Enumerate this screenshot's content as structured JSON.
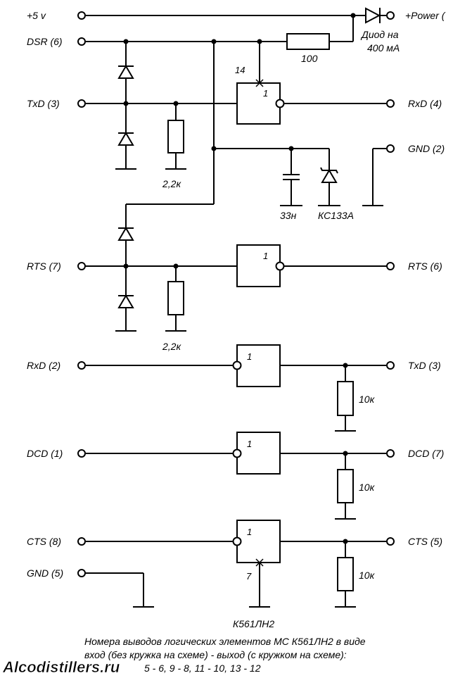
{
  "left_terminals": {
    "plus5v": "+5 v",
    "dsr6": "DSR (6)",
    "txd3": "TxD (3)",
    "rts7": "RTS (7)",
    "rxd2": "RxD (2)",
    "dcd1": "DCD (1)",
    "cts8": "CTS (8)",
    "gnd5": "GND (5)"
  },
  "right_terminals": {
    "power": "+Power (",
    "rxd4": "RxD (4)",
    "gnd2": "GND (2)",
    "rts6": "RTS (6)",
    "txd3": "TxD (3)",
    "dcd7": "DCD (7)",
    "cts5": "CTS (5)"
  },
  "components": {
    "diode_note_line1": "Диод на",
    "diode_note_line2": "400 мА",
    "resistor_100": "100",
    "pin14": "14",
    "pin7": "7",
    "gate_label": "1",
    "resistor_22k": "2,2к",
    "capacitor": "33н",
    "zener": "КС133А",
    "resistor_10k": "10к",
    "ic_name": "К561ЛН2"
  },
  "notes": {
    "line1": "Номера выводов логических элементов МС К561ЛН2 в виде",
    "line2": "вход (без кружка на схеме) - выход (с кружком на схеме):",
    "line3": "5 - 6, 9 - 8, 11 - 10, 13 - 12"
  },
  "watermark": "Alcodistillers.ru"
}
